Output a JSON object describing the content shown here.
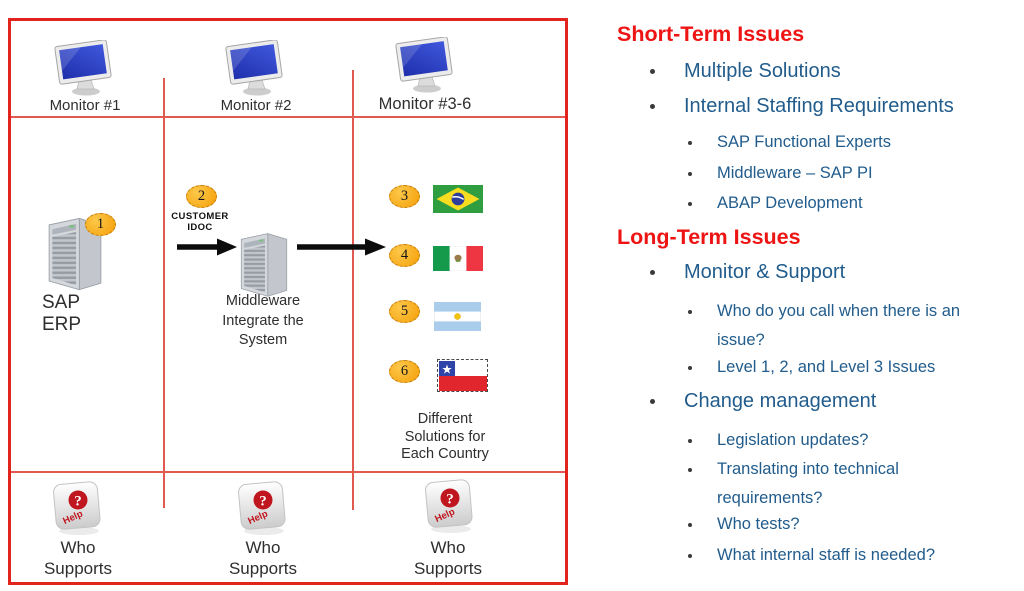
{
  "slide": {
    "left_diagram": {
      "monitors": [
        "Monitor #1",
        "Monitor #2",
        "Monitor #3-6"
      ],
      "step_badges": [
        "1",
        "2",
        "3",
        "4",
        "5",
        "6"
      ],
      "sap_server_label": "SAP\nERP",
      "customer_idoc_label": "CUSTOMER\nIDOC",
      "middleware_label": "Middleware\nIntegrate the\nSystem",
      "different_solutions_label": "Different\nSolutions for\nEach Country",
      "who_supports_label": "Who\nSupports",
      "help_key": {
        "question_mark": "?",
        "label": "Help"
      },
      "flags": [
        "brazil",
        "mexico",
        "argentina",
        "chile"
      ]
    },
    "right_panel": {
      "sections": [
        {
          "title": "Short-Term Issues",
          "items": [
            {
              "level": 1,
              "text": "Multiple Solutions"
            },
            {
              "level": 1,
              "text": "Internal Staffing Requirements"
            },
            {
              "level": 2,
              "text": "SAP Functional Experts"
            },
            {
              "level": 2,
              "text": "Middleware – SAP PI"
            },
            {
              "level": 2,
              "text": "ABAP Development"
            }
          ]
        },
        {
          "title": "Long-Term Issues",
          "items": [
            {
              "level": 1,
              "text": "Monitor & Support"
            },
            {
              "level": 2,
              "text": "Who do you call when there is an issue?"
            },
            {
              "level": 2,
              "text": "Level 1, 2, and Level 3 Issues"
            },
            {
              "level": 1,
              "text": "Change management"
            },
            {
              "level": 2,
              "text": "Legislation updates?"
            },
            {
              "level": 2,
              "text": "Translating into technical requirements?"
            },
            {
              "level": 2,
              "text": "Who tests?"
            },
            {
              "level": 2,
              "text": "What internal staff is needed?"
            }
          ]
        }
      ]
    },
    "colors": {
      "heading_red": "#ee1414",
      "text_blue": "#215c8c",
      "frame_red": "#e2251c",
      "grid_red": "#e15a50",
      "badge_orange": "#f7a41c"
    }
  }
}
